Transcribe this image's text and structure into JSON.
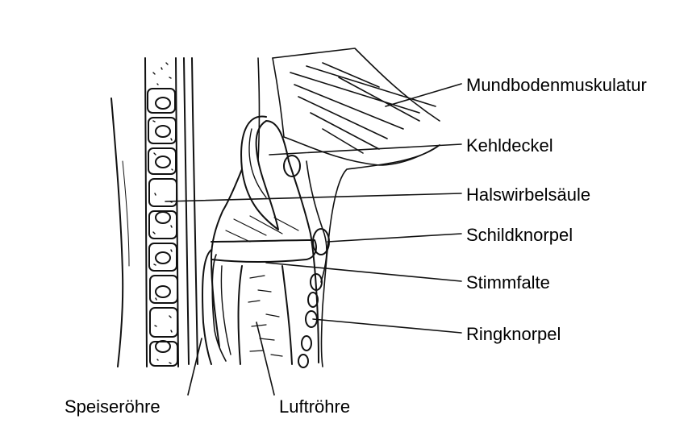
{
  "labels": {
    "mundbodenmuskulatur": "Mundbodenmuskulatur",
    "kehldeckel": "Kehldeckel",
    "halswirbelsaeule": "Halswirbelsäule",
    "schildknorpel": "Schildknorpel",
    "stimmfalte": "Stimmfalte",
    "ringknorpel": "Ringknorpel",
    "speiseroehre": "Speiseröhre",
    "luftroehre": "Luftröhre"
  },
  "colors": {
    "ink": "#111111",
    "background": "#ffffff"
  }
}
